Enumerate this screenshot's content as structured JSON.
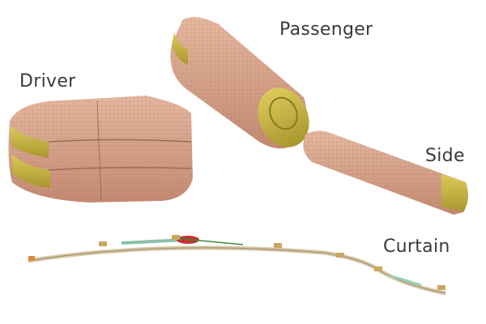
{
  "labels": {
    "driver": "Driver",
    "passenger": "Passenger",
    "side": "Side",
    "curtain": "Curtain"
  },
  "colors": {
    "fabric": "#d9a48a",
    "fabric_dark": "#b9826c",
    "seam": "#c8b445",
    "seam_dark": "#9a8a2a"
  }
}
